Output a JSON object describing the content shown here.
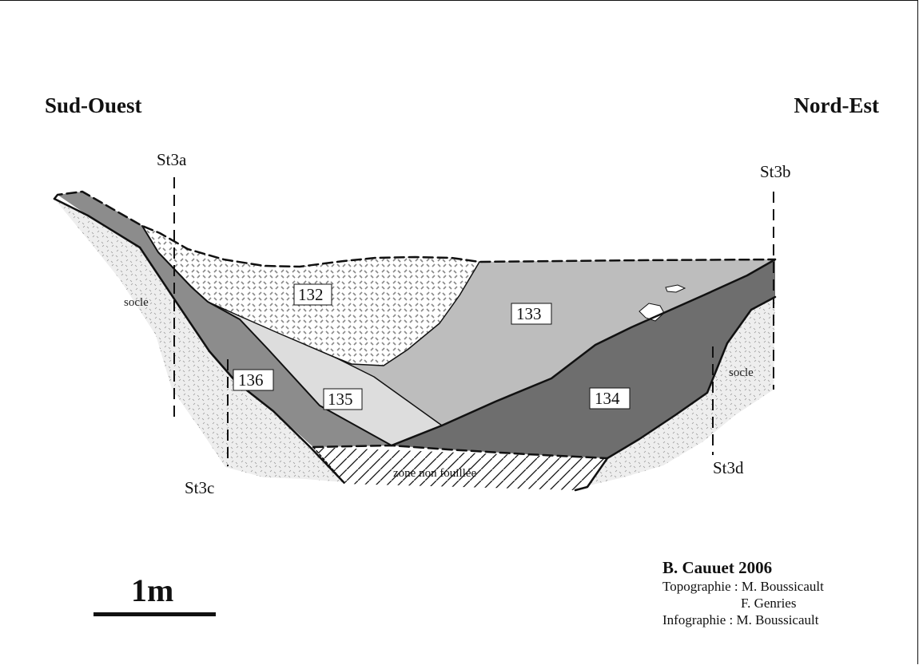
{
  "orientation": {
    "left": "Sud-Ouest",
    "right": "Nord-Est"
  },
  "markers": {
    "st3a": "St3a",
    "st3b": "St3b",
    "st3c": "St3c",
    "st3d": "St3d"
  },
  "layers": {
    "l132": "132",
    "l133": "133",
    "l134": "134",
    "l135": "135",
    "l136": "136",
    "socle_left": "socle",
    "socle_right": "socle",
    "unexcavated": "zone non fouillée"
  },
  "scale": {
    "label": "1m"
  },
  "credits": {
    "author": "B. Cauuet 2006",
    "topographie": "Topographie : M. Boussicault",
    "topographie2": "F. Genries",
    "infographie": "Infographie : M. Boussicault"
  },
  "colors": {
    "socle": "#eeeeee",
    "layer_132": "#ffffff",
    "layer_133": "#bdbdbd",
    "layer_134": "#6e6e6e",
    "layer_135": "#dddddd",
    "layer_136": "#8c8c8c",
    "outline": "#111111"
  }
}
